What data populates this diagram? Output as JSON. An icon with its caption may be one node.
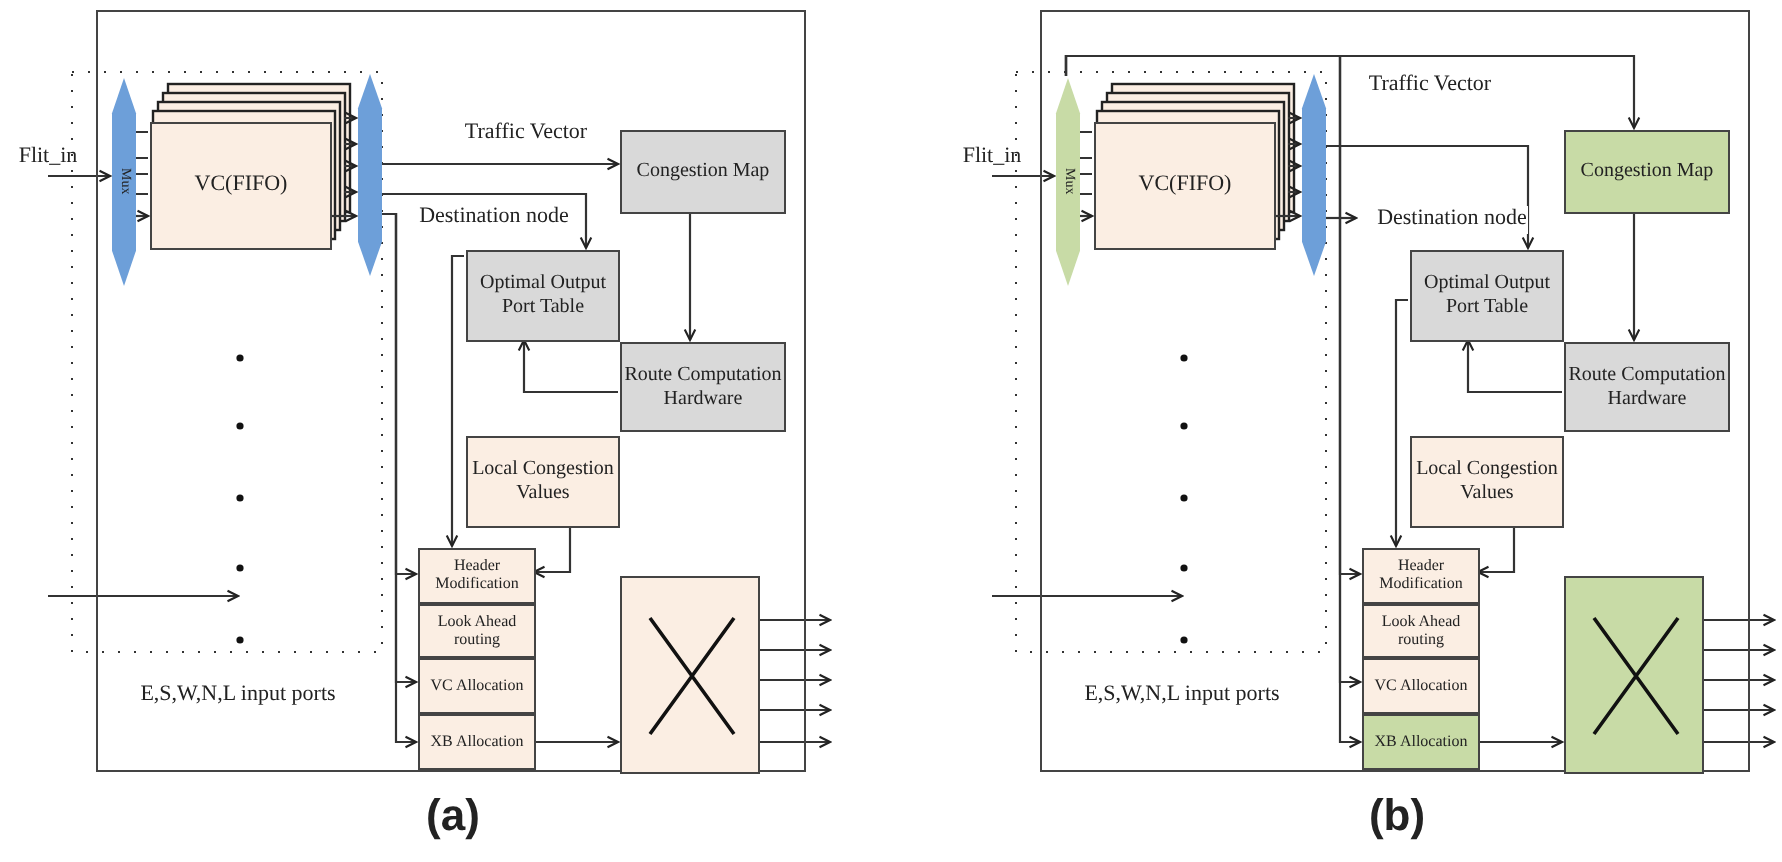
{
  "diagram": {
    "nodes": [
      {
        "text": [],
        "shape": "box",
        "beside": [
          "(a)"
        ]
      },
      {
        "text": [
          "Flit_in"
        ]
      },
      {
        "text": [
          "Mux"
        ],
        "in": 0
      },
      {
        "text": [
          "VC(FIFO)"
        ],
        "in": 0
      },
      {
        "text": [],
        "shape": "hexagon",
        "in": 0
      },
      {
        "text": [
          "Congestion Map"
        ],
        "in": 0
      },
      {
        "text": [
          "Optimal Output Port Table"
        ],
        "in": 0
      },
      {
        "text": [
          "Route Computation Hardware"
        ],
        "in": 0
      },
      {
        "text": [
          "Local Congestion Values"
        ],
        "in": 0
      },
      {
        "text": [
          "Header Modification"
        ],
        "in": 0
      },
      {
        "text": [
          "Look Ahead routing"
        ],
        "in": 0
      },
      {
        "text": [
          "VC Allocation"
        ],
        "in": 0
      },
      {
        "text": [
          "XB Allocation"
        ],
        "in": 0
      },
      {
        "text": [],
        "shape": "box",
        "in": 0
      },
      {
        "text": [],
        "shape": "box",
        "beside": [
          "(b)"
        ]
      },
      {
        "text": [
          "Flit_in"
        ]
      },
      {
        "text": [
          "Mux"
        ],
        "in": 14
      },
      {
        "text": [
          "VC(FIFO)"
        ],
        "in": 14
      },
      {
        "text": [],
        "shape": "hexagon",
        "in": 14
      },
      {
        "text": [
          "Congestion Map"
        ],
        "in": 14
      },
      {
        "text": [
          "Optimal Output Port Table"
        ],
        "in": 14
      },
      {
        "text": [
          "Route Computation Hardware"
        ],
        "in": 14
      },
      {
        "text": [
          "Local Congestion Values"
        ],
        "in": 14
      },
      {
        "text": [
          "Header Modification"
        ],
        "in": 14
      },
      {
        "text": [
          "Look Ahead routing"
        ],
        "in": 14
      },
      {
        "text": [
          "VC Allocation"
        ],
        "in": 14
      },
      {
        "text": [
          "XB Allocation"
        ],
        "in": 14
      },
      {
        "text": [],
        "shape": "box",
        "in": 14
      }
    ],
    "edges": [
      {
        "from": 1,
        "to": 2,
        "arrow": "to"
      },
      {
        "from": 2,
        "to": 3,
        "arrow": "to"
      },
      {
        "from": 3,
        "to": 4,
        "arrow": "to"
      },
      {
        "from": 4,
        "to": 5,
        "arrow": "to",
        "label": "Traffic Vector"
      },
      {
        "from": 4,
        "to": 6,
        "arrow": "to",
        "label": "Destination node"
      },
      {
        "from": 5,
        "to": 7,
        "arrow": "to"
      },
      {
        "from": 7,
        "to": 6,
        "arrow": "to"
      },
      {
        "from": 6,
        "to": 9,
        "arrow": "to"
      },
      {
        "from": 8,
        "to": 9,
        "arrow": "to"
      },
      {
        "from": 4,
        "to": 9,
        "arrow": "to"
      },
      {
        "from": 4,
        "to": 11,
        "arrow": "to"
      },
      {
        "from": 4,
        "to": 12,
        "arrow": "to"
      },
      {
        "from": 12,
        "to": 13,
        "arrow": "to"
      },
      {
        "from": 13,
        "to": null,
        "arrow": "to"
      },
      {
        "from": 13,
        "to": null,
        "arrow": "to"
      },
      {
        "from": 13,
        "to": null,
        "arrow": "to"
      },
      {
        "from": 13,
        "to": null,
        "arrow": "to"
      },
      {
        "from": 13,
        "to": null,
        "arrow": "to"
      },
      {
        "from": 15,
        "to": 16,
        "arrow": "to"
      },
      {
        "from": 16,
        "to": 17,
        "arrow": "to"
      },
      {
        "from": 17,
        "to": 18,
        "arrow": "to"
      },
      {
        "from": 16,
        "to": 19,
        "arrow": "to",
        "label": "Traffic Vector"
      },
      {
        "from": 18,
        "to": 20,
        "arrow": "to"
      },
      {
        "from": 18,
        "to": null,
        "arrow": "to",
        "label": "Destination node"
      },
      {
        "from": 19,
        "to": 21,
        "arrow": "to"
      },
      {
        "from": 21,
        "to": 20,
        "arrow": "to"
      },
      {
        "from": 20,
        "to": 23,
        "arrow": "to"
      },
      {
        "from": 22,
        "to": 23,
        "arrow": "to"
      },
      {
        "from": 16,
        "to": 23,
        "arrow": "to"
      },
      {
        "from": 16,
        "to": 25,
        "arrow": "to"
      },
      {
        "from": 16,
        "to": 26,
        "arrow": "to"
      },
      {
        "from": 26,
        "to": 27,
        "arrow": "to"
      },
      {
        "from": 27,
        "to": null,
        "arrow": "to"
      },
      {
        "from": 27,
        "to": null,
        "arrow": "to"
      },
      {
        "from": 27,
        "to": null,
        "arrow": "to"
      },
      {
        "from": 27,
        "to": null,
        "arrow": "to"
      },
      {
        "from": 27,
        "to": null,
        "arrow": "to"
      }
    ],
    "labels": [
      "E,S,W,N,L input ports",
      "E,S,W,N,L input ports"
    ]
  }
}
